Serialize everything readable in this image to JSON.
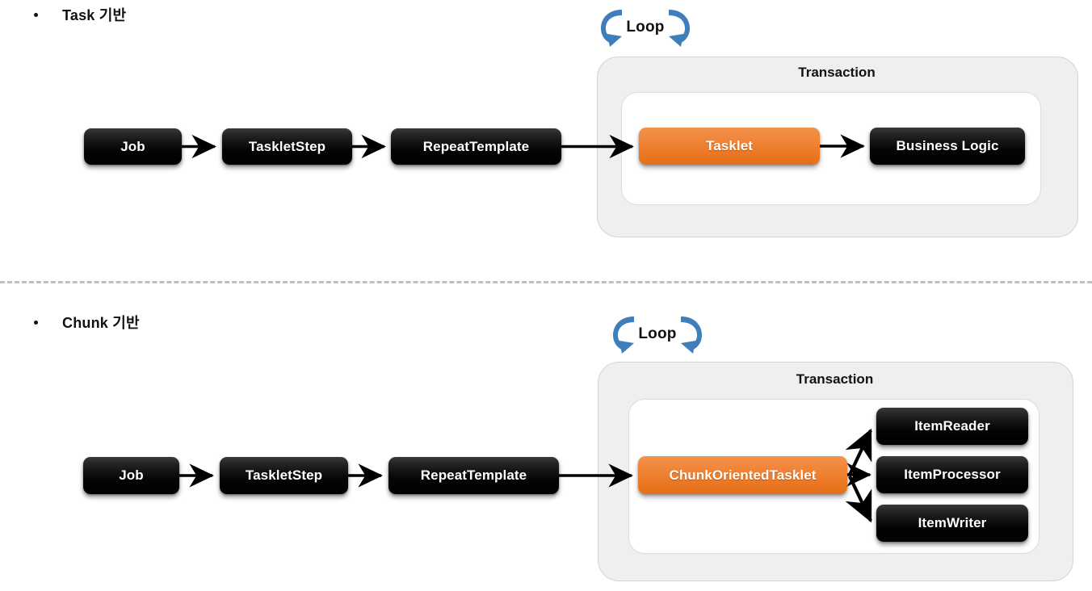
{
  "page": {
    "background": "#ffffff",
    "accent_orange": "#ea7622",
    "node_black": "#000000",
    "panel_gray": "#efeff0",
    "loop_blue": "#3d7ebb",
    "divider_color": "#bfbfbf"
  },
  "sections": [
    {
      "id": "task-based",
      "heading": "Task 기반",
      "loop_label": "Loop",
      "panel_title": "Transaction",
      "flow": [
        {
          "id": "job",
          "label": "Job",
          "style": "black"
        },
        {
          "id": "tasklet-step",
          "label": "TaskletStep",
          "style": "black"
        },
        {
          "id": "repeat-template",
          "label": "RepeatTemplate",
          "style": "black"
        }
      ],
      "inside": [
        {
          "id": "tasklet",
          "label": "Tasklet",
          "style": "orange"
        },
        {
          "id": "business-logic",
          "label": "Business Logic",
          "style": "black"
        }
      ]
    },
    {
      "id": "chunk-based",
      "heading": "Chunk 기반",
      "loop_label": "Loop",
      "panel_title": "Transaction",
      "flow": [
        {
          "id": "job",
          "label": "Job",
          "style": "black"
        },
        {
          "id": "tasklet-step",
          "label": "TaskletStep",
          "style": "black"
        },
        {
          "id": "repeat-template",
          "label": "RepeatTemplate",
          "style": "black"
        }
      ],
      "inside": [
        {
          "id": "chunk-oriented-tasklet",
          "label": "ChunkOrientedTasklet",
          "style": "orange"
        },
        {
          "id": "item-reader",
          "label": "ItemReader",
          "style": "black"
        },
        {
          "id": "item-processor",
          "label": "ItemProcessor",
          "style": "black"
        },
        {
          "id": "item-writer",
          "label": "ItemWriter",
          "style": "black"
        }
      ]
    }
  ]
}
